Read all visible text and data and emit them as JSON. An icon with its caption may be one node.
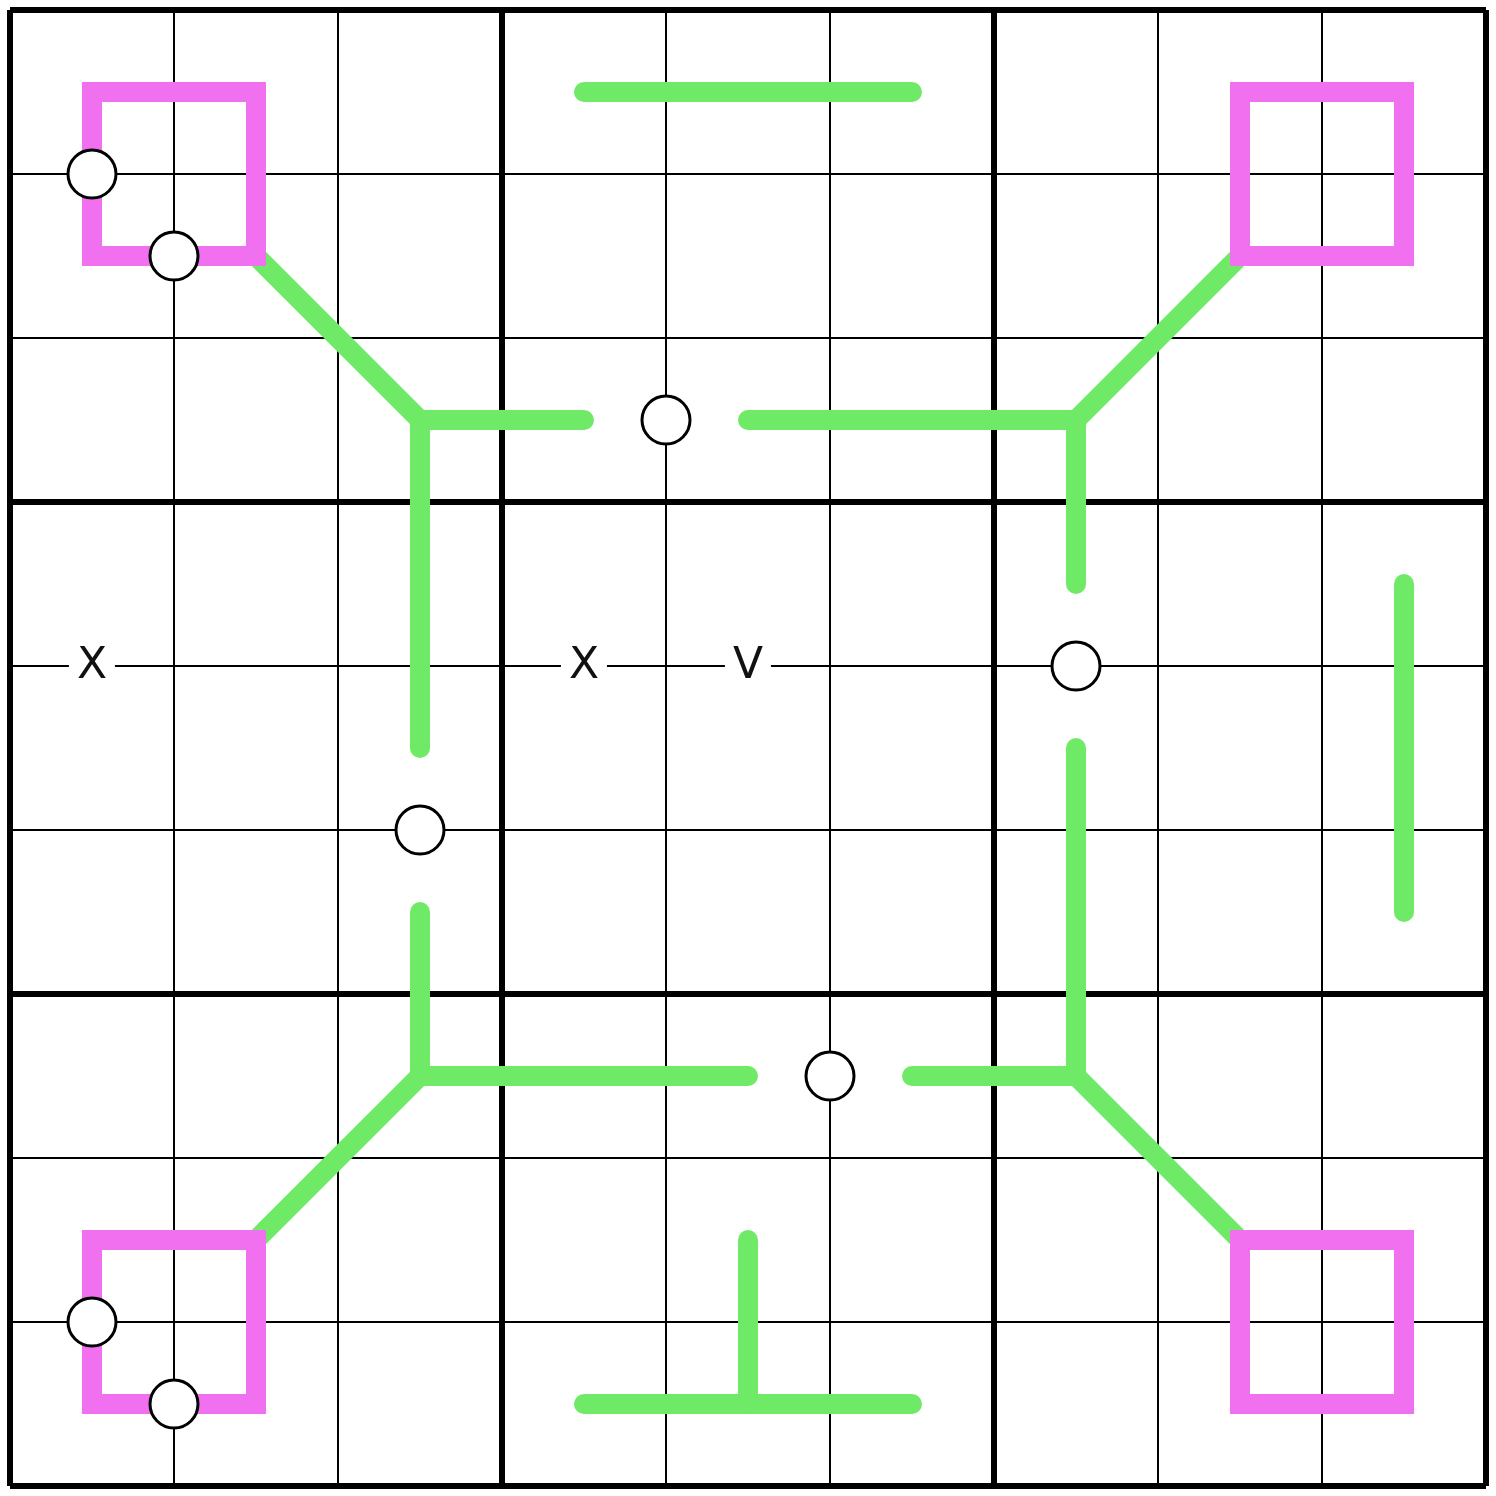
{
  "diagram": {
    "labels": [
      "X",
      "X",
      "V"
    ]
  }
}
